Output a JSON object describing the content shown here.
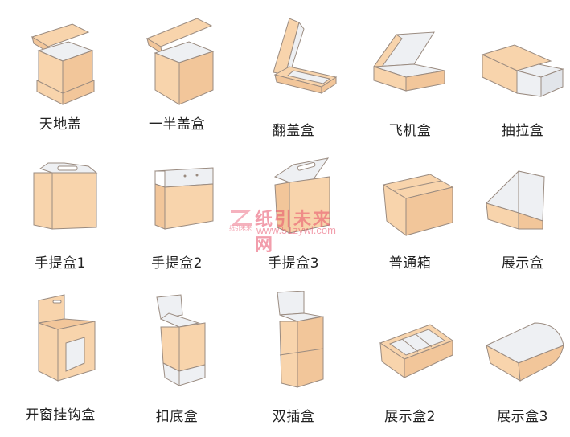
{
  "colors": {
    "kraft": "#f8d4ac",
    "kraft_dark": "#f2c69a",
    "outline": "#9a8b80",
    "inner": "#eef0f3",
    "label": "#222222",
    "watermark": "#e8506a"
  },
  "boxes": [
    {
      "label": "天地盖"
    },
    {
      "label": "一半盖盒"
    },
    {
      "label": "翻盖盒"
    },
    {
      "label": "飞机盒"
    },
    {
      "label": "抽拉盒"
    },
    {
      "label": "手提盒1"
    },
    {
      "label": "手提盒2"
    },
    {
      "label": "手提盒3"
    },
    {
      "label": "普通箱"
    },
    {
      "label": "展示盒"
    },
    {
      "label": "开窗挂钩盒"
    },
    {
      "label": "扣底盒"
    },
    {
      "label": "双插盒"
    },
    {
      "label": "展示盒2"
    },
    {
      "label": "展示盒3"
    }
  ],
  "watermark": {
    "title": "纸引未来网",
    "url": "www.51zywl.com",
    "logo_text": "纸引未来"
  }
}
